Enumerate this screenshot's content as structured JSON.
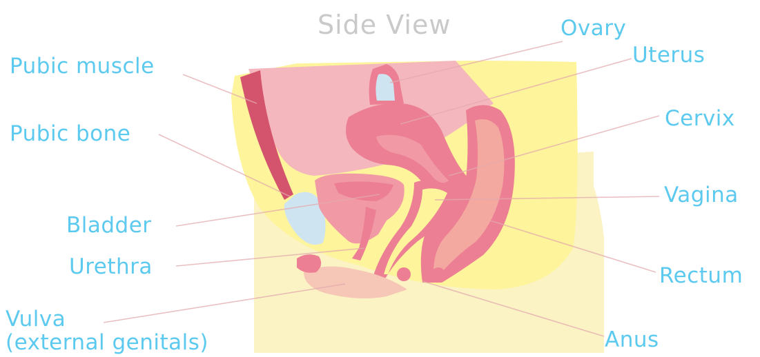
{
  "title": "Side View",
  "colors": {
    "label": "#5cc9ef",
    "title": "#c9c9c9",
    "leader_line": "#e3a9ad",
    "skin": "#fbf3c4",
    "fat": "#fdf49b",
    "muscle_dark": "#d5546d",
    "tissue_pink": "#f3b7bd",
    "organ_pink": "#ec7f93",
    "organ_light": "#f19aa6",
    "rectum_inner": "#f4a9a0",
    "bladder_blue": "#cfe4f1",
    "vulva_skin": "#f6c6b7"
  },
  "labels": {
    "pubic_muscle": "Pubic muscle",
    "pubic_bone": "Pubic bone",
    "bladder": "Bladder",
    "urethra": "Urethra",
    "vulva_line1": "Vulva",
    "vulva_line2": "(external genitals)",
    "ovary": "Ovary",
    "uterus": "Uterus",
    "cervix": "Cervix",
    "vagina": "Vagina",
    "rectum": "Rectum",
    "anus": "Anus"
  }
}
